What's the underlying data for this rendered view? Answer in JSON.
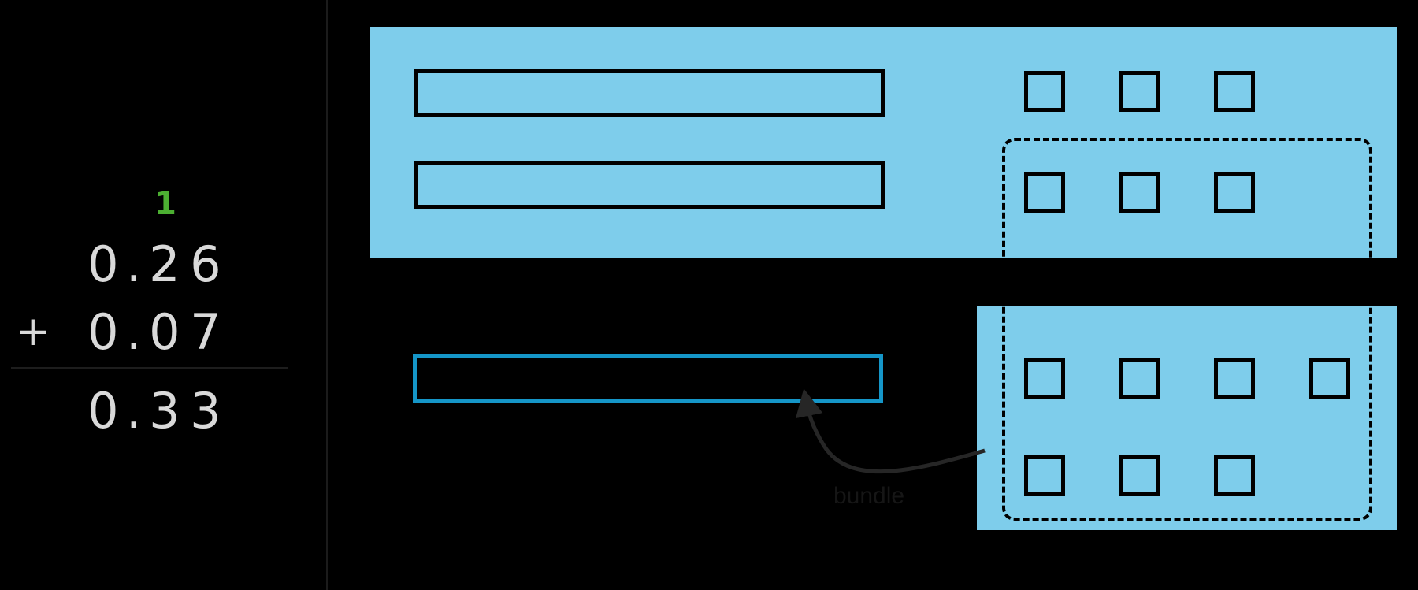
{
  "problem": {
    "carry": [
      "",
      "1",
      ""
    ],
    "addend1": [
      "0",
      ".",
      "2",
      "6"
    ],
    "addend2": [
      "0",
      ".",
      "0",
      "7"
    ],
    "operator": "+",
    "sum": [
      "0",
      ".",
      "3",
      "3"
    ],
    "carry_color": "#4caf32"
  },
  "annotation": {
    "bundle_label": "bundle"
  },
  "colors": {
    "panel_blue": "#7ecdeb",
    "accent_blue": "#1596c8",
    "outline_black": "#000000",
    "carry_green": "#4caf32"
  },
  "model": {
    "top_panel": {
      "bars": 2,
      "squares_row_upper": 3,
      "squares_row_lower": 3
    },
    "bottom_panel": {
      "squares_row_upper": 4,
      "squares_row_lower": 3
    },
    "answer_bar": {
      "count": 1,
      "filled": false
    }
  }
}
